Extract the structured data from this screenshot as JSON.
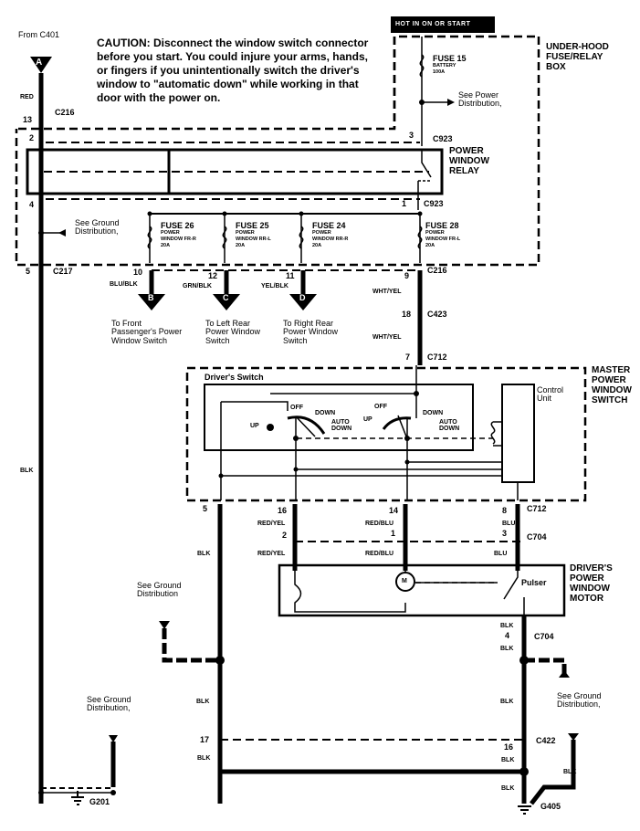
{
  "caution": "CAUTION: Disconnect the window switch connector before you start. You could injure your arms, hands, or fingers if you unintentionally switch the driver's window to \"automatic down\" while working in that door with the power on.",
  "from_label": "From C401",
  "hot_label": "HOT IN ON OR START",
  "connector_a": {
    "letter": "A",
    "wire": "RED",
    "pin": "13",
    "connector": "C216"
  },
  "under_hood": {
    "title_lines": [
      "UNDER-HOOD",
      "FUSE/RELAY",
      "BOX"
    ],
    "fuse15": {
      "title": "FUSE 15",
      "sub1": "BATTERY",
      "sub2": "100A"
    },
    "see_power": [
      "See Power",
      "Distribution,"
    ],
    "relay": {
      "lines": [
        "POWER",
        "WINDOW",
        "RELAY"
      ],
      "pin_top": "3",
      "pin_top_conn": "C923",
      "pin_bottom": "1",
      "pin_bottom_conn": "C923",
      "pin_left_top": "2",
      "pin_left_bottom": "4"
    },
    "see_ground": [
      "See Ground",
      "Distribution,"
    ],
    "fuses": [
      {
        "title": "FUSE 26",
        "sub1": "POWER",
        "sub2": "WINDOW FR-R",
        "sub3": "20A"
      },
      {
        "title": "FUSE 25",
        "sub1": "POWER",
        "sub2": "WINDOW RR-L",
        "sub3": "20A"
      },
      {
        "title": "FUSE 24",
        "sub1": "POWER",
        "sub2": "WINDOW RR-R",
        "sub3": "20A"
      },
      {
        "title": "FUSE 28",
        "sub1": "POWER",
        "sub2": "WINDOW FR-L",
        "sub3": "20A"
      }
    ]
  },
  "c217": {
    "pin": "5",
    "connector": "C217",
    "wire": "BLK"
  },
  "outputs": [
    {
      "pin": "10",
      "wire": "BLU/BLK",
      "letter": "B",
      "desc": [
        "To Front",
        "Passenger's Power",
        "Window Switch"
      ]
    },
    {
      "pin": "12",
      "wire": "GRN/BLK",
      "letter": "C",
      "desc": [
        "To Left Rear",
        "Power Window",
        "Switch"
      ]
    },
    {
      "pin": "11",
      "wire": "YEL/BLK",
      "letter": "D",
      "desc": [
        "To Right Rear",
        "Power Window",
        "Switch"
      ]
    }
  ],
  "feed": {
    "pin1": "9",
    "conn1": "C216",
    "wire1": "WHT/YEL",
    "pin2": "18",
    "conn2": "C423",
    "wire2": "WHT/YEL",
    "pin3": "7",
    "conn3": "C712"
  },
  "master": {
    "title_lines": [
      "MASTER",
      "POWER",
      "WINDOW",
      "SWITCH"
    ],
    "drivers_switch": "Driver's Switch",
    "control_unit": [
      "Control",
      "Unit"
    ],
    "sw1": {
      "up": "UP",
      "off": "OFF",
      "down": "DOWN",
      "auto": [
        "AUTO",
        "DOWN"
      ]
    },
    "sw2": {
      "up": "UP",
      "off": "OFF",
      "down": "DOWN",
      "auto": [
        "AUTO",
        "DOWN"
      ]
    }
  },
  "c712_pins": [
    {
      "pin": "5",
      "wire": "BLK"
    },
    {
      "pin": "16",
      "wire": "RED/YEL"
    },
    {
      "pin": "14",
      "wire": "RED/BLU"
    },
    {
      "pin": "8",
      "wire": "BLU",
      "connector": "C712"
    }
  ],
  "c704_pins": [
    {
      "pin": "2",
      "wire": "RED/YEL"
    },
    {
      "pin": "1",
      "wire": "RED/BLU"
    },
    {
      "pin": "3",
      "wire": "BLU",
      "connector": "C704"
    }
  ],
  "motor": {
    "title_lines": [
      "DRIVER'S",
      "POWER",
      "WINDOW",
      "MOTOR"
    ],
    "m": "M",
    "pulser": "Pulser"
  },
  "see_ground_mid": [
    "See Ground",
    "Distribution"
  ],
  "c704_ground": {
    "pin": "4",
    "connector": "C704",
    "wire": "BLK"
  },
  "see_ground_right": [
    "See Ground",
    "Distribution,"
  ],
  "see_ground_left": [
    "See Ground",
    "Distribution,"
  ],
  "c422": {
    "pin_left": "17",
    "pin_right": "16",
    "connector": "C422",
    "wire": "BLK"
  },
  "grounds": {
    "left": "G201",
    "right": "G405"
  },
  "blk": "BLK"
}
